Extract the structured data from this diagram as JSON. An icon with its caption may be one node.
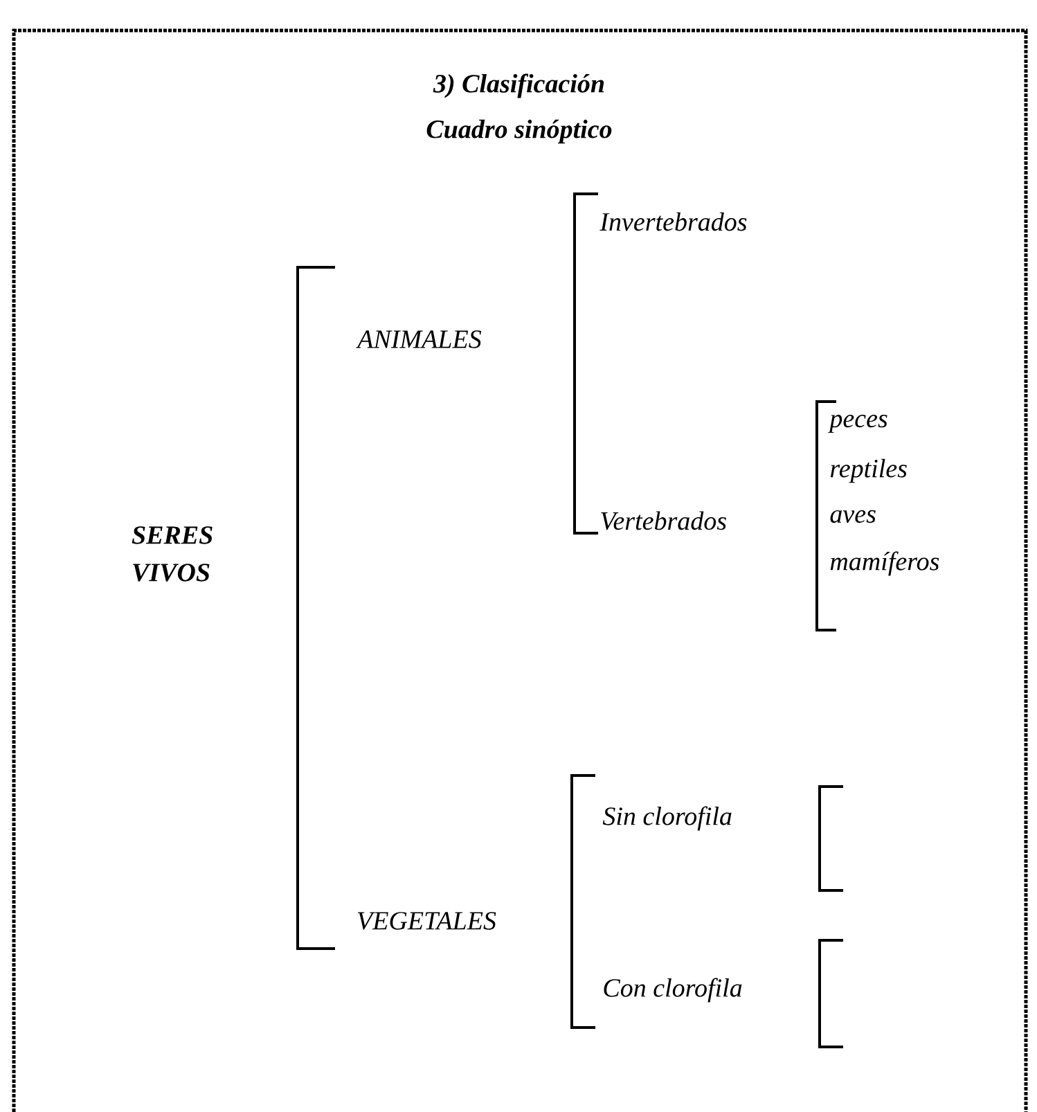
{
  "diagram": {
    "title": "3) Clasificación",
    "labels": [
      "Cuadro sinóptico",
      "Invertebrados",
      "ANIMALES",
      "SERES VIVOS",
      "Vertebrados",
      "peces",
      "reptiles",
      "aves",
      "mamíferos",
      "VEGETALES",
      "Sin clorofila",
      "Con clorofila"
    ]
  }
}
